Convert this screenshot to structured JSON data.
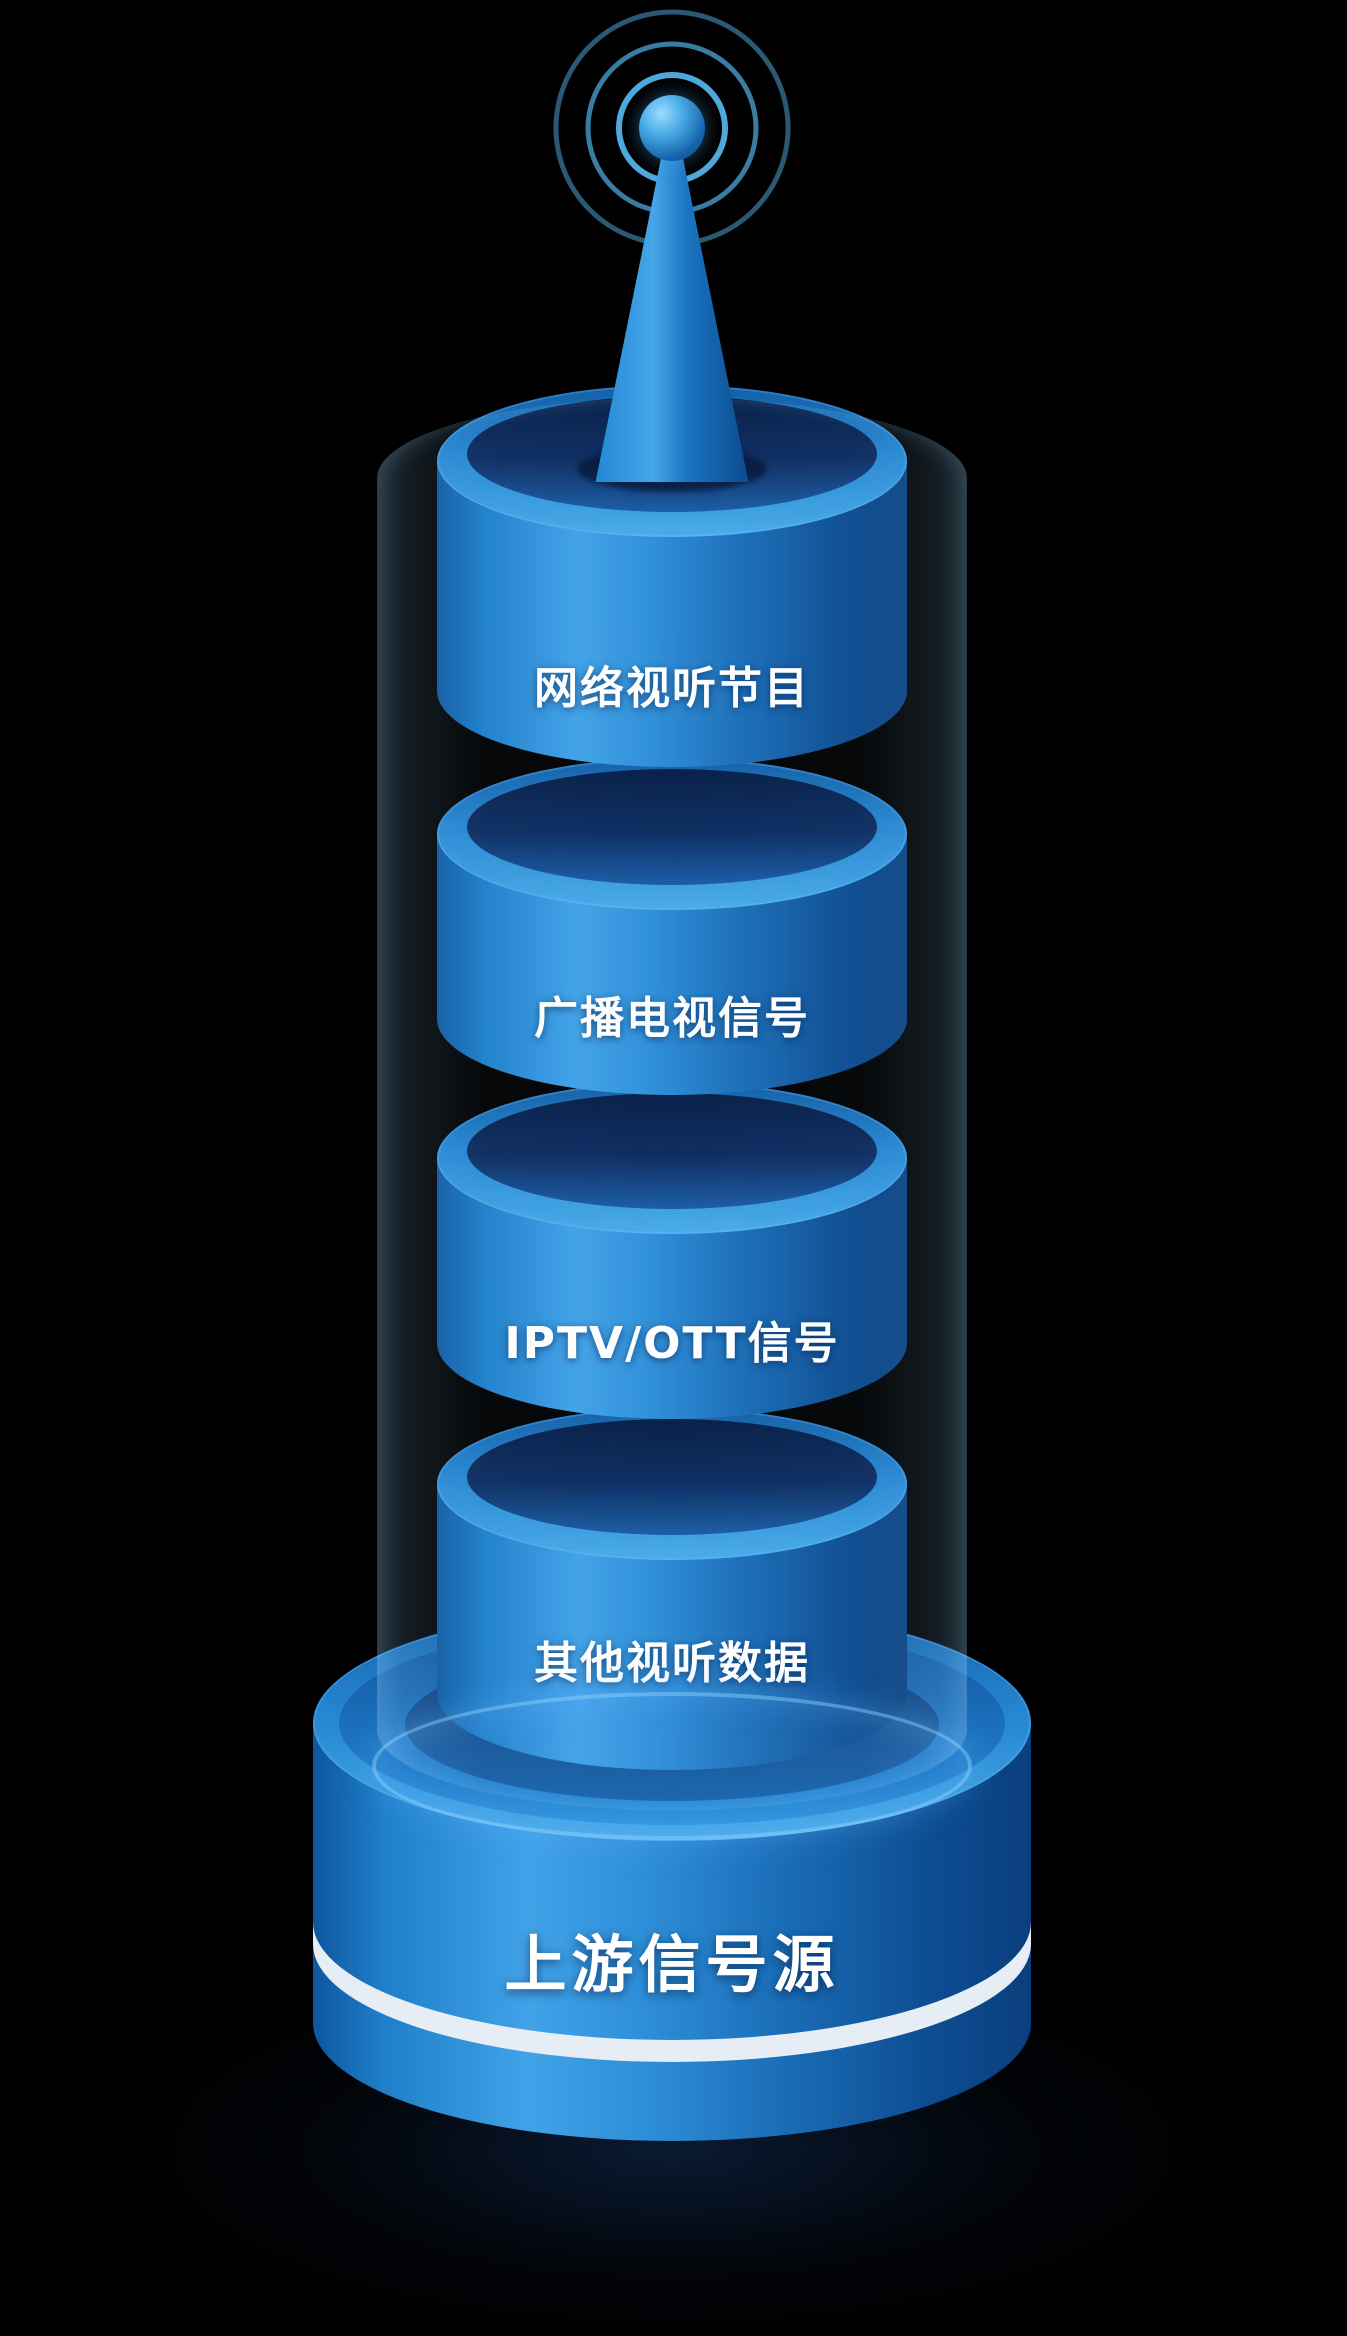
{
  "page": {
    "background_color": "#000000"
  },
  "diagram": {
    "type": "stacked-cylinder-tower",
    "antenna": {
      "icon": "broadcast-antenna-icon"
    },
    "segments": [
      {
        "label": "网络视听节目"
      },
      {
        "label": "广播电视信号"
      },
      {
        "label": "IPTV/OTT信号"
      },
      {
        "label": "其他视听数据"
      }
    ],
    "base": {
      "label": "上游信号源"
    },
    "colors": {
      "cylinder_bright": "#41a2e8",
      "cylinder_dark": "#0a3f7e",
      "rim_highlight": "#49ace9",
      "inner_hole": "#0c2c60",
      "base_stripe": "#e6edf4",
      "text": "#ffffff",
      "signal_ring": "#52b2e8",
      "glow": "#7fc4ff"
    }
  }
}
